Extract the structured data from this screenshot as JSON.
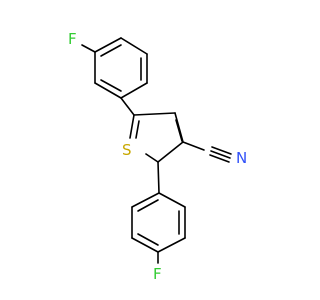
{
  "molecule": {
    "atoms": [
      {
        "id": "F1",
        "symbol": "F",
        "color": "#33cc33"
      },
      {
        "id": "S1",
        "symbol": "S",
        "color": "#c8a800"
      },
      {
        "id": "N1",
        "symbol": "N",
        "color": "#3050f8"
      },
      {
        "id": "F2",
        "symbol": "F",
        "color": "#33cc33"
      }
    ],
    "bond_color": "#000000"
  }
}
